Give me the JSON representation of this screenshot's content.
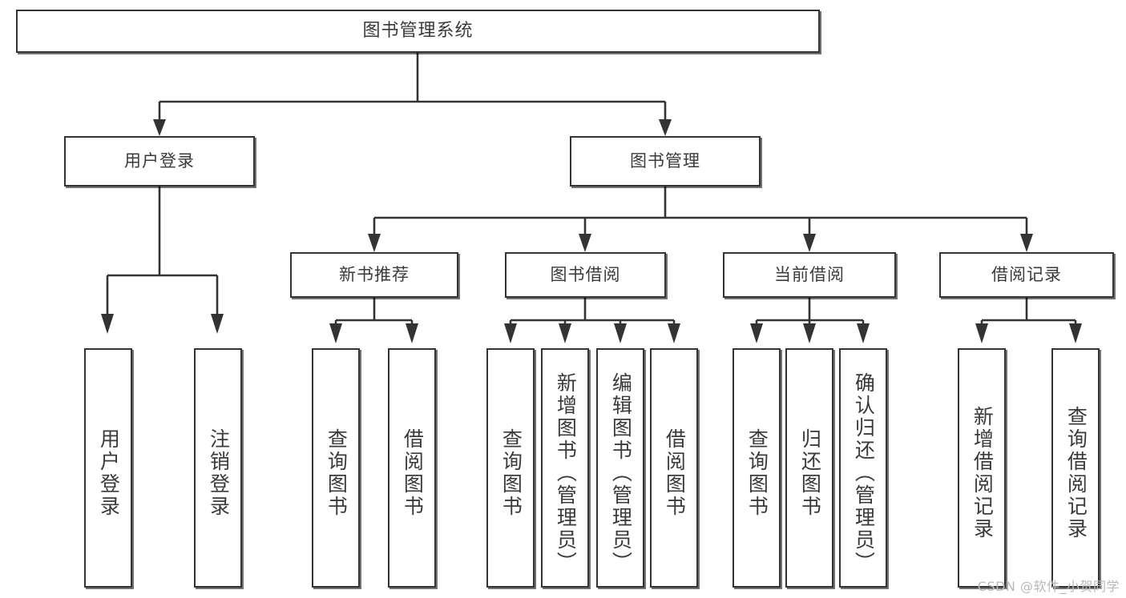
{
  "diagram": {
    "title": "图书管理系统",
    "watermark": "CSDN @软件_小贺同学",
    "root": {
      "label": "图书管理系统"
    },
    "level2": [
      {
        "label": "用户登录"
      },
      {
        "label": "图书管理"
      }
    ],
    "level3": [
      {
        "label": "新书推荐"
      },
      {
        "label": "图书借阅"
      },
      {
        "label": "当前借阅"
      },
      {
        "label": "借阅记录"
      }
    ],
    "leaves_user_login": [
      {
        "label": "用户登录"
      },
      {
        "label": "注销登录"
      }
    ],
    "leaves_new_book": [
      {
        "label": "查询图书"
      },
      {
        "label": "借阅图书"
      }
    ],
    "leaves_borrow": [
      {
        "label": "查询图书"
      },
      {
        "label": "新增图书（管理员）"
      },
      {
        "label": "编辑图书（管理员）"
      },
      {
        "label": "借阅图书"
      }
    ],
    "leaves_current": [
      {
        "label": "查询图书"
      },
      {
        "label": "归还图书"
      },
      {
        "label": "确认归还（管理员）"
      }
    ],
    "leaves_records": [
      {
        "label": "新增借阅记录"
      },
      {
        "label": "查询借阅记录"
      }
    ],
    "colors": {
      "stroke": "#333333",
      "text": "#3a3a3a",
      "background": "#ffffff",
      "watermark": "#b9b9b9"
    }
  }
}
